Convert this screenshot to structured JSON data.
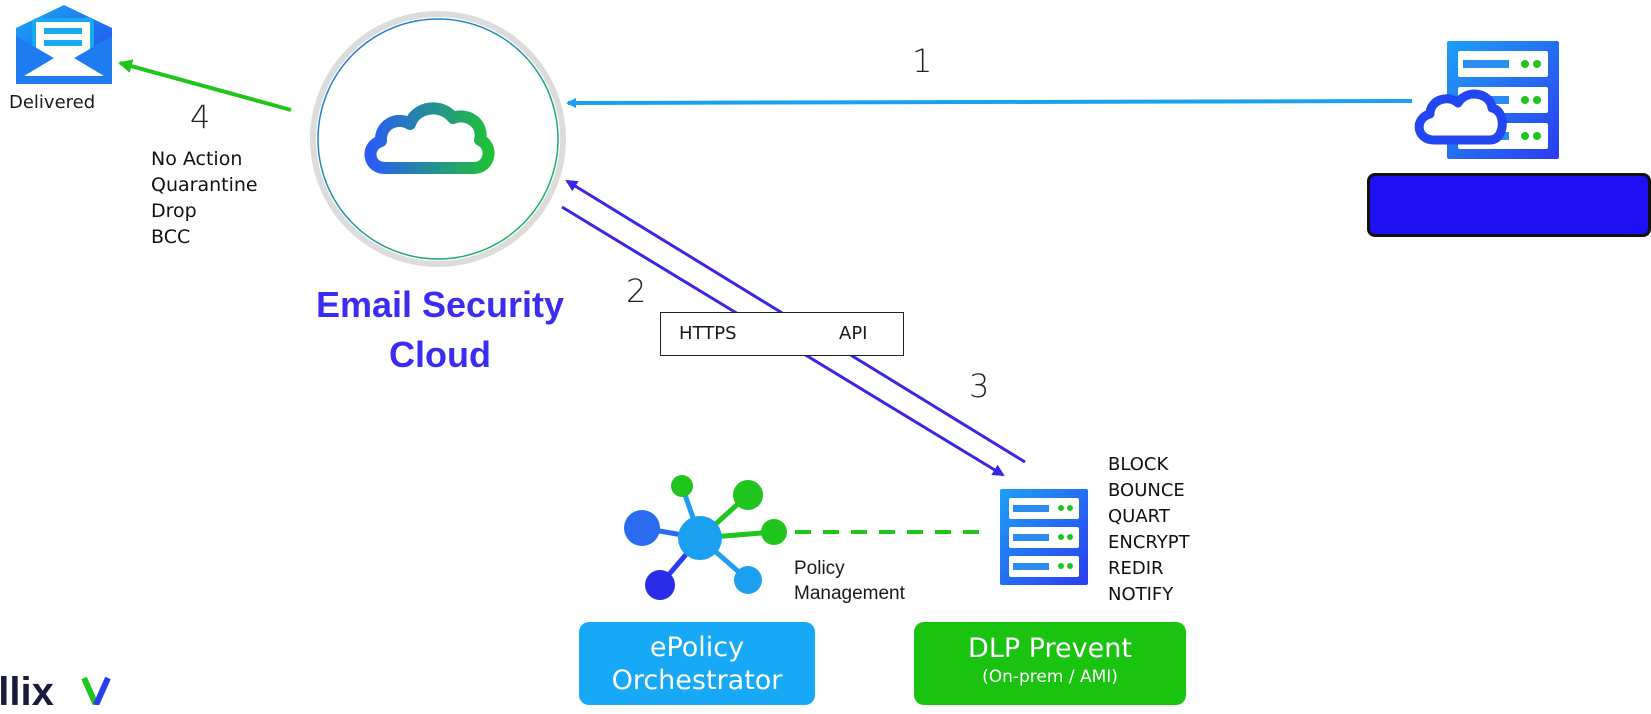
{
  "steps": {
    "one": "1",
    "two": "2",
    "three": "3",
    "four": "4"
  },
  "delivered": {
    "label": "Delivered",
    "icon": "mail-open-icon"
  },
  "actions_left": [
    "No Action",
    "Quarantine",
    "Drop",
    "BCC"
  ],
  "email_cloud": {
    "title_line1": "Email Security",
    "title_line2": "Cloud",
    "icon": "cloud-icon"
  },
  "protocol_box": {
    "left": "HTTPS",
    "right": "API"
  },
  "dlp_actions": [
    "BLOCK",
    "BOUNCE",
    "QUART",
    "ENCRYPT",
    "REDIR",
    "NOTIFY"
  ],
  "policy_link": {
    "line1": "Policy",
    "line2": "Management"
  },
  "epo": {
    "line1": "ePolicy",
    "line2": "Orchestrator",
    "color": "#17a9f6"
  },
  "dlp": {
    "title": "DLP Prevent",
    "subtitle": "(On-prem / AMI)",
    "color": "#19c310"
  },
  "logo": {
    "text": "ellix"
  },
  "colors": {
    "flow_blue": "#1aa0ef",
    "flow_indigo": "#3a26e6",
    "flow_green": "#1fc41c",
    "bar_blue": "#1d10f2"
  }
}
